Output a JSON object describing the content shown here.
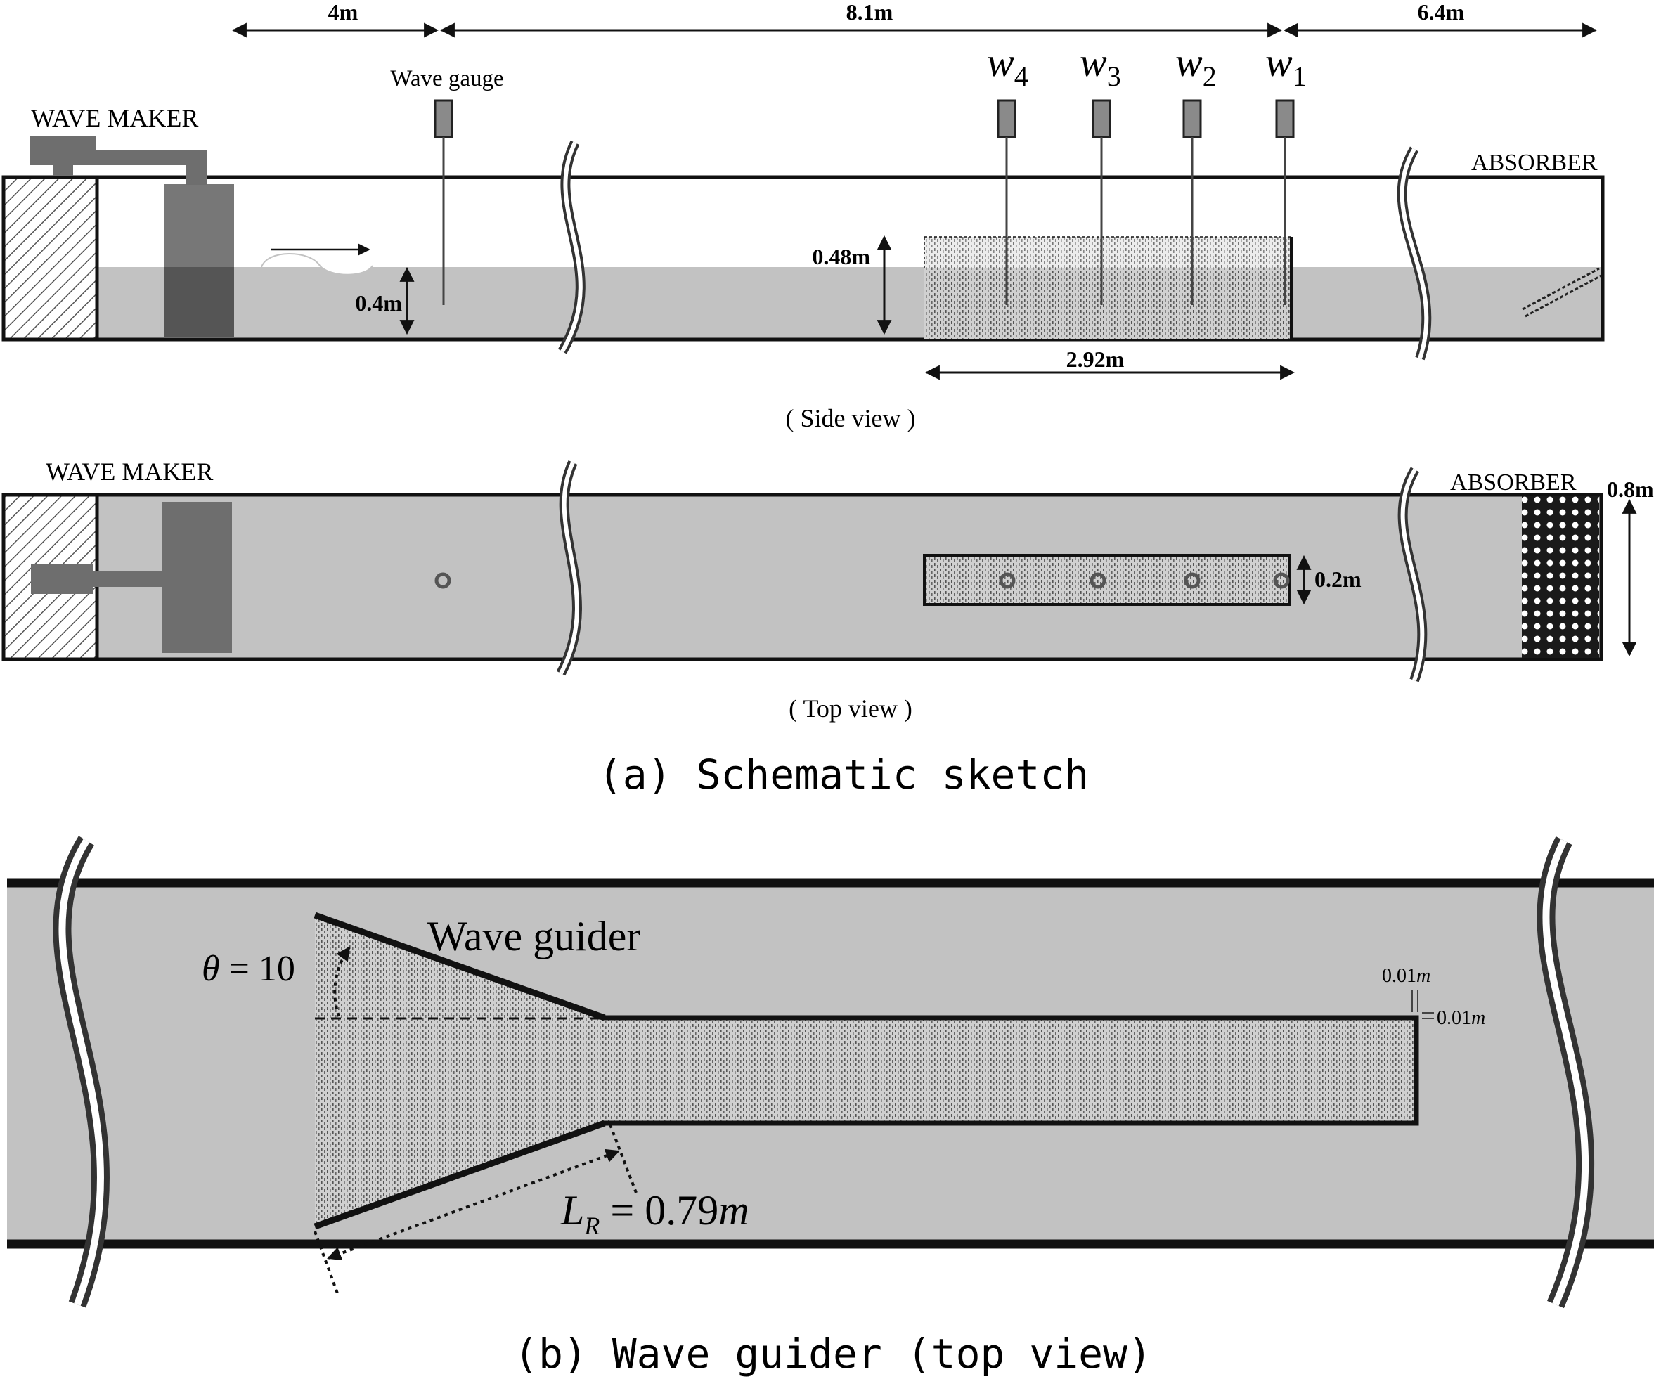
{
  "side_view": {
    "dim_left": "4m",
    "dim_mid": "8.1m",
    "dim_right": "6.4m",
    "wave_maker": "WAVE MAKER",
    "wave_gauge": "Wave gauge",
    "gauges": [
      {
        "letter": "w",
        "sub": "4"
      },
      {
        "letter": "w",
        "sub": "3"
      },
      {
        "letter": "w",
        "sub": "2"
      },
      {
        "letter": "w",
        "sub": "1"
      }
    ],
    "absorber": "ABSORBER",
    "depth": "0.4m",
    "structure_height": "0.48m",
    "structure_length": "2.92m",
    "caption": "( Side view )"
  },
  "top_view": {
    "wave_maker": "WAVE MAKER",
    "absorber": "ABSORBER",
    "width": "0.8m",
    "structure_width": "0.2m",
    "caption": "( Top view )"
  },
  "caption_a": "(a) Schematic sketch",
  "guider": {
    "label": "Wave guider",
    "theta_symbol": "θ",
    "theta_value": " = 10",
    "dim_x": "0.01",
    "dim_y": "0.01",
    "dim_unit": "m",
    "length_symbol": "L",
    "length_sub": "R",
    "length_value": " = 0.79",
    "length_unit": "m"
  },
  "caption_b": "(b) Wave guider (top view)",
  "colors": {
    "water": "#c2c2c2",
    "line": "#111111",
    "maker": "#6e6e6e",
    "structure": "#bdbdbd"
  }
}
